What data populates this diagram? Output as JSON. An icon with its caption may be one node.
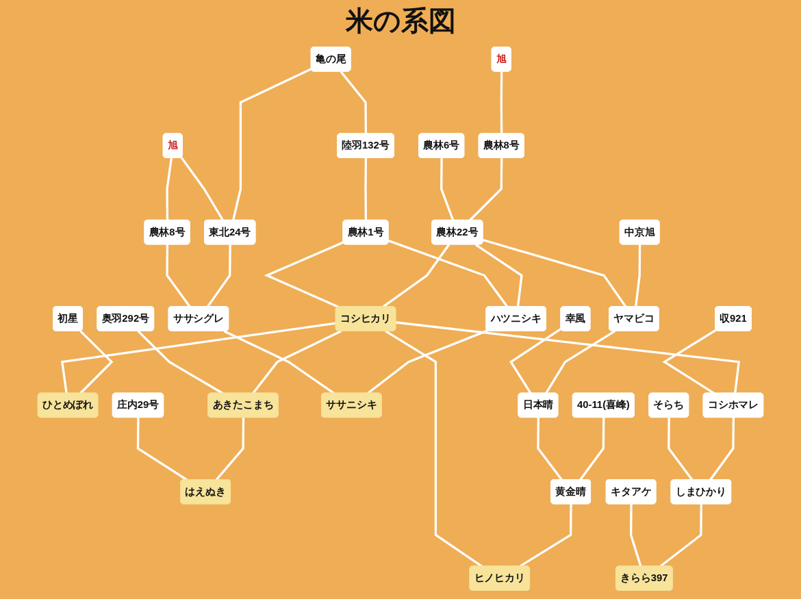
{
  "diagram": {
    "title": "米の系図",
    "nodes": [
      {
        "text": [
          "旭"
        ]
      },
      {
        "text": [
          "亀の尾"
        ]
      },
      {
        "text": [
          "旭"
        ]
      },
      {
        "text": [
          "農林8号"
        ]
      },
      {
        "text": [
          "農林6号"
        ]
      },
      {
        "text": [
          "陸羽132号"
        ]
      },
      {
        "text": [
          "中京旭"
        ]
      },
      {
        "text": [
          "農林22号"
        ]
      },
      {
        "text": [
          "農林1号"
        ]
      },
      {
        "text": [
          "東北24号"
        ]
      },
      {
        "text": [
          "農林8号"
        ]
      },
      {
        "text": [
          "初星"
        ]
      },
      {
        "text": [
          "コシヒカリ"
        ]
      },
      {
        "text": [
          "奥羽292号"
        ]
      },
      {
        "text": [
          "ハツニシキ"
        ]
      },
      {
        "text": [
          "ササシグレ"
        ]
      },
      {
        "text": [
          "ひとめぼれ"
        ]
      },
      {
        "text": [
          "あきたこまち"
        ]
      },
      {
        "text": [
          "庄内29号"
        ]
      },
      {
        "text": [
          "ヤマビコ"
        ]
      },
      {
        "text": [
          "幸風"
        ]
      },
      {
        "text": [
          "はえぬき"
        ]
      },
      {
        "text": [
          "ササニシキ"
        ]
      },
      {
        "text": [
          "40-11(喜峰)"
        ]
      },
      {
        "text": [
          "日本晴"
        ]
      },
      {
        "text": [
          "収921"
        ]
      },
      {
        "text": [
          "コシホマレ"
        ]
      },
      {
        "text": [
          "そらち"
        ]
      },
      {
        "text": [
          "黄金晴"
        ]
      },
      {
        "text": [
          "しまひかり"
        ]
      },
      {
        "text": [
          "キタアケ"
        ]
      },
      {
        "text": [
          "ヒノヒカリ"
        ]
      },
      {
        "text": [
          "きらら397"
        ]
      }
    ],
    "edges": [
      {
        "from": 0,
        "to": 3,
        "arrow": "none"
      },
      {
        "from": 3,
        "to": 7,
        "arrow": "none"
      },
      {
        "from": 4,
        "to": 7,
        "arrow": "none"
      },
      {
        "from": 1,
        "to": 5,
        "arrow": "none"
      },
      {
        "from": 5,
        "to": 8,
        "arrow": "none"
      },
      {
        "from": 1,
        "to": 9,
        "arrow": "none"
      },
      {
        "from": 2,
        "to": 9,
        "arrow": "none"
      },
      {
        "from": 2,
        "to": 10,
        "arrow": "none"
      },
      {
        "from": 9,
        "to": 15,
        "arrow": "none"
      },
      {
        "from": 10,
        "to": 15,
        "arrow": "none"
      },
      {
        "from": 6,
        "to": 19,
        "arrow": "none"
      },
      {
        "from": 7,
        "to": 19,
        "arrow": "none"
      },
      {
        "from": 7,
        "to": 12,
        "arrow": "none"
      },
      {
        "from": 8,
        "to": 12,
        "arrow": "none"
      },
      {
        "from": 7,
        "to": 14,
        "arrow": "none"
      },
      {
        "from": 8,
        "to": 14,
        "arrow": "none"
      },
      {
        "from": 11,
        "to": 16,
        "arrow": "none"
      },
      {
        "from": 12,
        "to": 16,
        "arrow": "none"
      },
      {
        "from": 12,
        "to": 17,
        "arrow": "none"
      },
      {
        "from": 13,
        "to": 17,
        "arrow": "none"
      },
      {
        "from": 14,
        "to": 22,
        "arrow": "none"
      },
      {
        "from": 15,
        "to": 22,
        "arrow": "none"
      },
      {
        "from": 17,
        "to": 21,
        "arrow": "none"
      },
      {
        "from": 18,
        "to": 21,
        "arrow": "none"
      },
      {
        "from": 19,
        "to": 24,
        "arrow": "none"
      },
      {
        "from": 20,
        "to": 24,
        "arrow": "none"
      },
      {
        "from": 23,
        "to": 28,
        "arrow": "none"
      },
      {
        "from": 24,
        "to": 28,
        "arrow": "none"
      },
      {
        "from": 12,
        "to": 26,
        "arrow": "none"
      },
      {
        "from": 25,
        "to": 26,
        "arrow": "none"
      },
      {
        "from": 26,
        "to": 29,
        "arrow": "none"
      },
      {
        "from": 27,
        "to": 29,
        "arrow": "none"
      },
      {
        "from": 28,
        "to": 31,
        "arrow": "none"
      },
      {
        "from": 12,
        "to": 31,
        "arrow": "none"
      },
      {
        "from": 29,
        "to": 32,
        "arrow": "none"
      },
      {
        "from": 30,
        "to": 32,
        "arrow": "none"
      }
    ]
  }
}
